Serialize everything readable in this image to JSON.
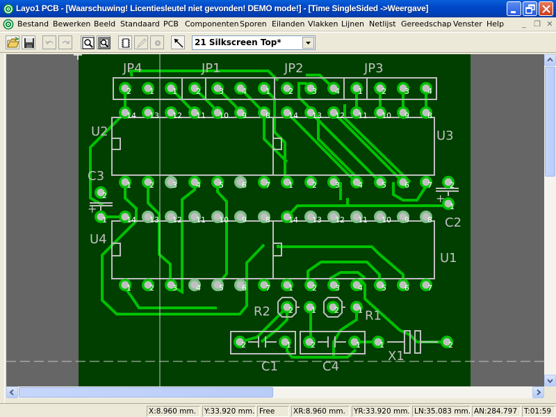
{
  "window": {
    "title": "Layo1 PCB - [Waarschuwing! Licentiesleutel niet gevonden! DEMO mode!] - [Time SingleSided ->Weergave]",
    "buttons": [
      "minimize",
      "restore",
      "close"
    ]
  },
  "menubar": {
    "items": [
      "Bestand",
      "Bewerken",
      "Beeld",
      "Standaard",
      "PCB",
      "Componenten",
      "Sporen",
      "Eilanden",
      "Vlakken",
      "Lijnen",
      "Netlijst",
      "Gereedschap",
      "Venster",
      "Help"
    ],
    "mdi_buttons": [
      "_",
      "❐",
      "✕"
    ]
  },
  "toolbar": {
    "buttons": [
      {
        "name": "open-icon",
        "enabled": true
      },
      {
        "name": "save-icon",
        "enabled": true
      },
      {
        "name": "undo-icon",
        "enabled": false
      },
      {
        "name": "redo-icon",
        "enabled": false
      },
      {
        "name": "zoom-icon",
        "enabled": true
      },
      {
        "name": "zoom-fit-icon",
        "enabled": true
      },
      {
        "name": "component-icon",
        "enabled": true
      },
      {
        "name": "pencil-icon",
        "enabled": false
      },
      {
        "name": "pad-icon",
        "enabled": false
      },
      {
        "name": "pointer-icon",
        "enabled": true
      }
    ],
    "layer_select": "21 Silkscreen Top*"
  },
  "pcb": {
    "colors": {
      "background": "#666666",
      "board": "#003f00",
      "copper": "#00c000",
      "pad_hole": "#c0c0c0",
      "silkscreen": "#c0c0c0",
      "grid_line": "#ffffff"
    },
    "components": {
      "JP4": {
        "label": "JP4",
        "pins": [
          "2",
          "1"
        ]
      },
      "JP1": {
        "label": "JP1",
        "pins": [
          "1",
          "2",
          "3",
          "4"
        ]
      },
      "JP2": {
        "label": "JP2",
        "pins": [
          "1",
          "2",
          "3",
          "4"
        ]
      },
      "JP3": {
        "label": "JP3",
        "pins": [
          "1",
          "2",
          "3",
          "4"
        ]
      },
      "U2": {
        "label": "U2",
        "top_pins": [
          "14",
          "13",
          "12",
          "11",
          "10",
          "9",
          "8"
        ],
        "bottom_pins": [
          "1",
          "2",
          "3",
          "4",
          "5",
          "6",
          "7"
        ]
      },
      "U3": {
        "label": "U3",
        "top_pins": [
          "14",
          "13",
          "12",
          "11",
          "10",
          "9",
          "8"
        ],
        "bottom_pins": [
          "1",
          "2",
          "3",
          "4",
          "5",
          "6",
          "7"
        ]
      },
      "U4": {
        "label": "U4",
        "top_pins": [
          "14",
          "13",
          "12",
          "11",
          "10",
          "9",
          "8"
        ],
        "bottom_pins": [
          "1",
          "2",
          "3",
          "4",
          "5",
          "6",
          "7"
        ]
      },
      "U1": {
        "label": "U1",
        "top_pins": [
          "14",
          "13",
          "12",
          "11",
          "10",
          "9",
          "8"
        ],
        "bottom_pins": [
          "1",
          "2",
          "3",
          "4",
          "5",
          "6",
          "7"
        ]
      },
      "C3": {
        "label": "C3",
        "pins": [
          "2",
          "1"
        ],
        "polarity": "+"
      },
      "C2": {
        "label": "C2",
        "pins": [
          "2",
          "1"
        ],
        "polarity": "+"
      },
      "R2": {
        "label": "R2",
        "pins": [
          "2",
          "1"
        ]
      },
      "R1": {
        "label": "R1",
        "pins": [
          "2",
          "1"
        ]
      },
      "C1": {
        "label": "C1",
        "pins": [
          "2",
          "1"
        ]
      },
      "C4": {
        "label": "C4",
        "pins": [
          "2",
          "1"
        ]
      },
      "X1": {
        "label": "X1",
        "pins": [
          "1",
          "2"
        ]
      }
    }
  },
  "statusbar": {
    "x": "X:8.960 mm.",
    "y": "Y:33.920 mm.",
    "mode": "Free",
    "xr": "XR:8.960 mm.",
    "yr": "YR:33.920 mm.",
    "ln": "LN:35.083 mm.",
    "an": "AN:284.797",
    "t": "T:01:59"
  }
}
